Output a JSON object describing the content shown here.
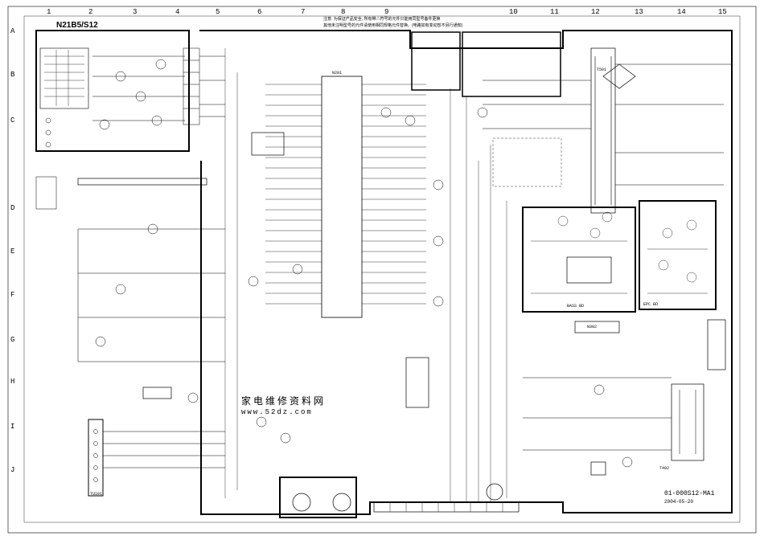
{
  "grid": {
    "columns": [
      "1",
      "2",
      "3",
      "4",
      "5",
      "6",
      "7",
      "8",
      "9",
      "10",
      "11",
      "12",
      "13",
      "14",
      "15"
    ],
    "rows": [
      "A",
      "B",
      "C",
      "D",
      "E",
      "F",
      "G",
      "H",
      "I",
      "J"
    ]
  },
  "header": {
    "chassis_label": "N21B5/S12",
    "safety_note_line1": "注意: 为保证产品安全, 所有带△符号的元件只能用同型号备件更换",
    "safety_note_line2": "其他未注明型号的元件请使用相同规格元件替换。(电路如有变动恕不另行通知)"
  },
  "watermark": {
    "text": "家电维修资料网",
    "url": "www.52dz.com"
  },
  "footer": {
    "model_code": "01-000S12-MA1",
    "date": "2004-05-20"
  },
  "blocks": {
    "main_ic": "N201",
    "board_left": "BASS BD",
    "board_right": "EPC BD",
    "ic_mid": "N302",
    "tuner": "TU101",
    "flyback": "T402",
    "power_transformer": "T501"
  },
  "colors": {
    "line": "#000000",
    "background": "#ffffff"
  }
}
